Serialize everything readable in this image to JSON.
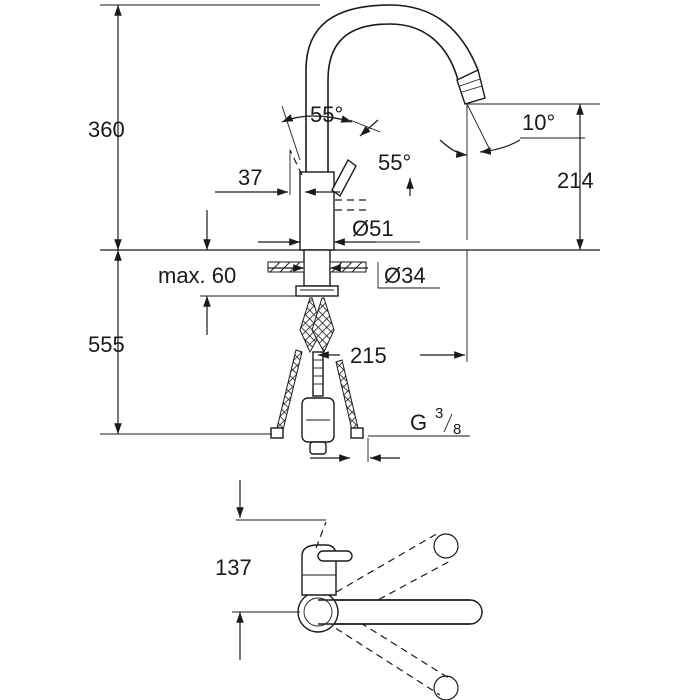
{
  "dimensions": {
    "height_above_counter": "360",
    "spout_height": "214",
    "lever_offset": "37",
    "body_diameter": "Ø51",
    "counter_thickness": "max. 60",
    "hole_diameter": "Ø34",
    "hose_length": "555",
    "spout_reach": "215",
    "lever_angle_top": "55°",
    "lever_angle_side": "55°",
    "spout_angle": "10°",
    "thread_letter": "G",
    "thread_num": "3",
    "thread_den": "8",
    "top_view_depth": "137"
  }
}
